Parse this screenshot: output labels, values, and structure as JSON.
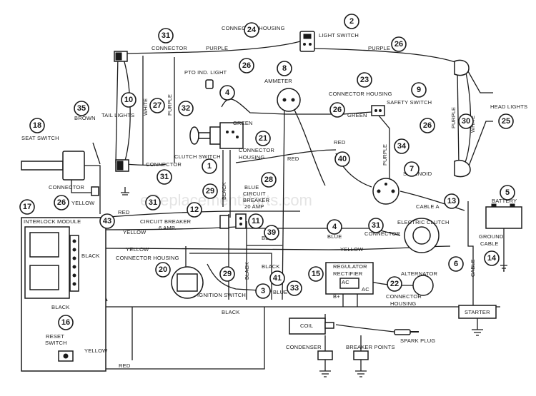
{
  "watermark": "eReplacementParts.com",
  "callouts": [
    "1",
    "2",
    "3",
    "4",
    "5",
    "6",
    "7",
    "8",
    "9",
    "10",
    "11",
    "12",
    "13",
    "14",
    "15",
    "16",
    "17",
    "18",
    "20",
    "21",
    "22",
    "23",
    "24",
    "25",
    "26",
    "27",
    "28",
    "29",
    "30",
    "31",
    "32",
    "33",
    "34",
    "35",
    "39",
    "40",
    "41",
    "43"
  ],
  "labels": {
    "light_switch": "LIGHT SWITCH",
    "connector_housing": "CONNECTOR HOUSING",
    "connector": "CONNECTOR",
    "purple": "PURPLE",
    "pto_light": "PTO IND. LIGHT",
    "ammeter": "AMMETER",
    "safety_switch": "SAFETY SWITCH",
    "head_lights": "HEAD LIGHTS",
    "tail_lights": "TAIL LIGHTS",
    "white": "WHITE",
    "brown": "BROWN",
    "green": "GREEN",
    "seat_switch": "SEAT SWITCH",
    "clutch_switch": "CLUTCH SWITCH",
    "housing": "HOUSING",
    "red": "RED",
    "solenoid": "SOLENOID",
    "yellow": "YELLOW",
    "blue": "BLUE",
    "black": "BLACK",
    "circuit_breaker_20": "CIRCUIT",
    "breaker_20b": "BREAKER",
    "breaker_20c": "20 AMP",
    "cable_a": "CABLE A",
    "battery": "BATTERY",
    "interlock_module": "INTERLOCK MODULE",
    "circuit_breaker_6": "CIRCUIT BREAKER",
    "six_amp": "6 AMP.",
    "electric_clutch": "ELECTRIC CLUTCH",
    "ground": "GROUND",
    "cable": "CABLE",
    "regulator": "REGULATOR",
    "rectifier": "RECTIFIER",
    "alternator": "ALTERNATOR",
    "ignition_switch": "IGNITION SWITCH",
    "ac": "AC",
    "bplus": "B+",
    "starter": "STARTER",
    "coil": "COIL",
    "spark_plug": "SPARK PLUG",
    "condenser": "CONDENSER",
    "breaker_points": "BREAKER POINTS",
    "reset": "RESET",
    "switch": "SWITCH"
  }
}
